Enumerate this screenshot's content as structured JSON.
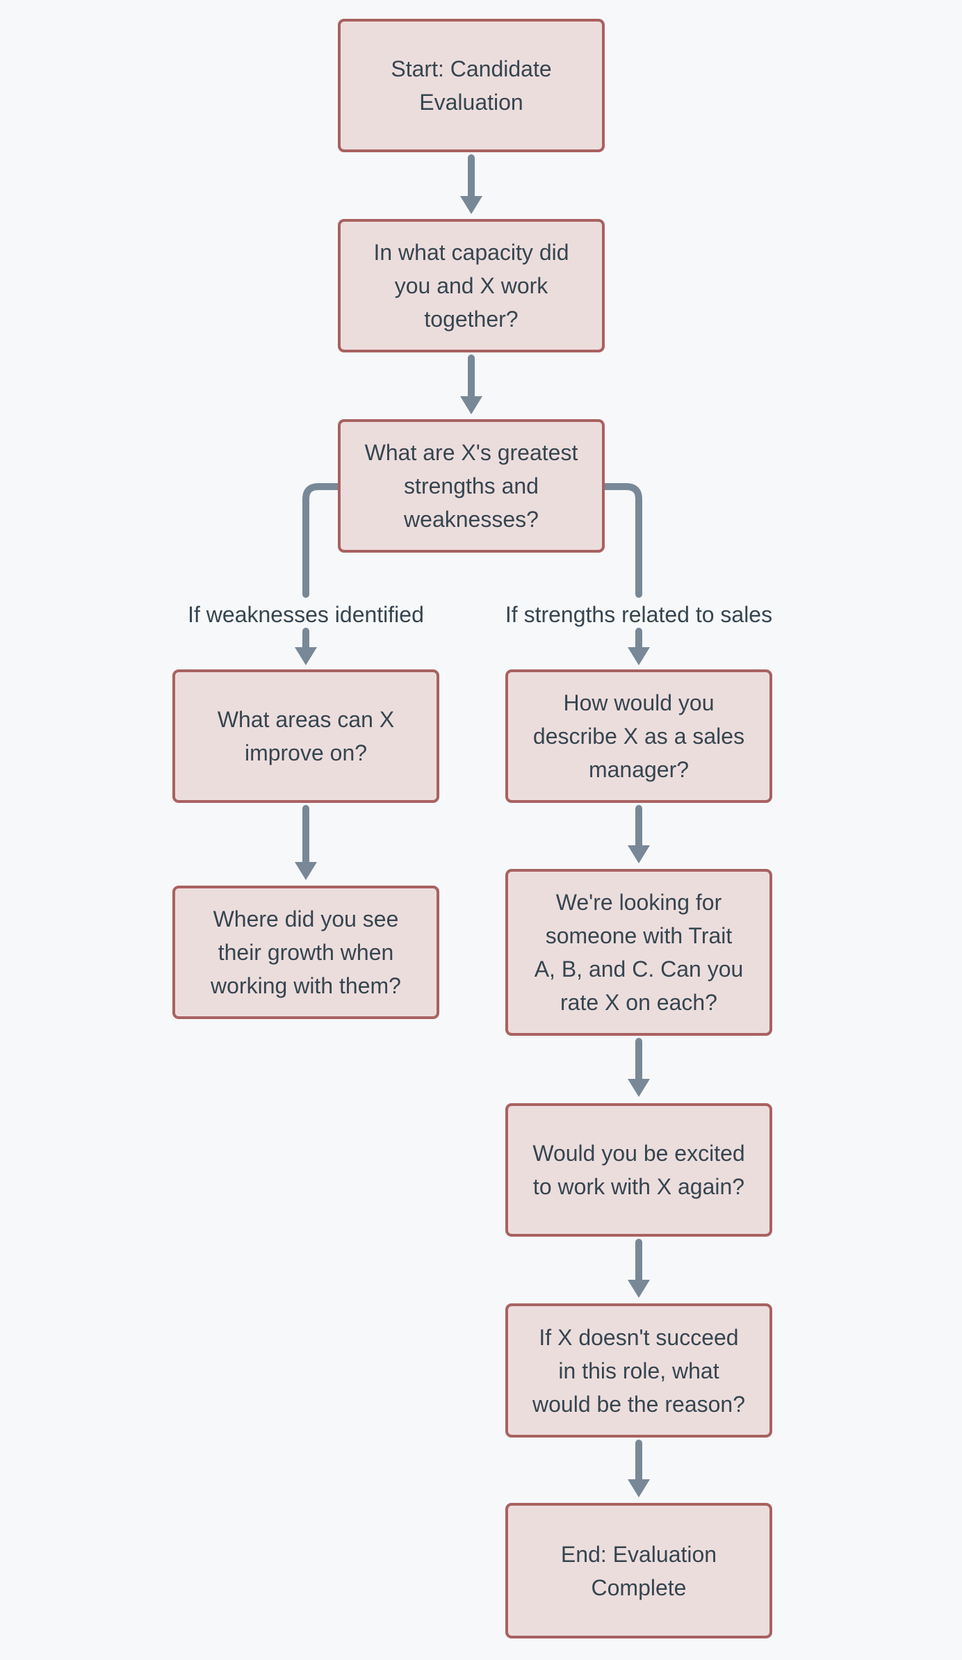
{
  "flowchart": {
    "nodes": {
      "start": {
        "label": "Start: Candidate\nEvaluation"
      },
      "capacity": {
        "label": "In what capacity did\nyou and X work\ntogether?"
      },
      "strengths": {
        "label": "What are X's greatest\nstrengths and\nweaknesses?"
      },
      "improve": {
        "label": "What areas can X\nimprove on?"
      },
      "growth": {
        "label": "Where did you see\ntheir growth when\nworking with them?"
      },
      "describe": {
        "label": "How would you\ndescribe X as a sales\nmanager?"
      },
      "traits": {
        "label": "We're looking for\nsomeone with Trait\nA, B, and C. Can you\nrate X on each?"
      },
      "excited": {
        "label": "Would you be excited\nto work with X again?"
      },
      "fail": {
        "label": "If X doesn't succeed\nin this role, what\nwould be the reason?"
      },
      "end": {
        "label": "End: Evaluation\nComplete"
      }
    },
    "edge_labels": {
      "weaknesses": "If weaknesses identified",
      "sales": "If strengths related to sales"
    },
    "colors": {
      "background": "#f7f8fa",
      "node_fill": "#ecdddd",
      "node_border": "#a96161",
      "node_text": "#36454f",
      "edge": "#788897",
      "edge_label_text": "#36454f"
    }
  }
}
